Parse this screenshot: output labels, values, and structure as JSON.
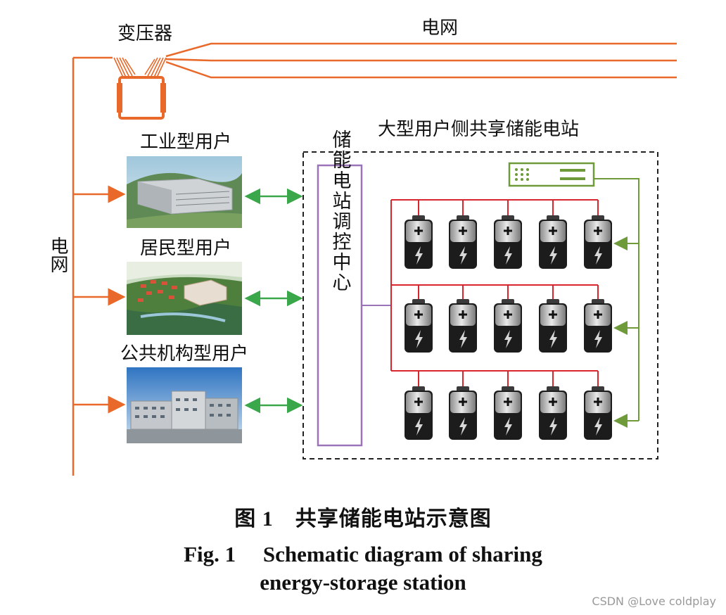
{
  "labels": {
    "transformer": "变压器",
    "grid_top": "电网",
    "grid_left": "电网",
    "station_title": "大型用户侧共享储能电站",
    "control_center": "储能电站调控中心",
    "industrial": "工业型用户",
    "residential": "居民型用户",
    "public": "公共机构型用户"
  },
  "caption": {
    "cn": "图 1　共享储能电站示意图",
    "en_line1": "Fig. 1　 Schematic diagram of sharing",
    "en_line2": "energy-storage station"
  },
  "watermark": "CSDN @Love coldplay",
  "battery_grid": {
    "rows": 3,
    "cols": 5
  },
  "colors": {
    "grid_line": "#e8692a",
    "bidirectional_arrow": "#3aa84a",
    "control_line": "#9b73b8",
    "dc_bus": "#d9262e",
    "monitor_line": "#6f9a3a"
  }
}
